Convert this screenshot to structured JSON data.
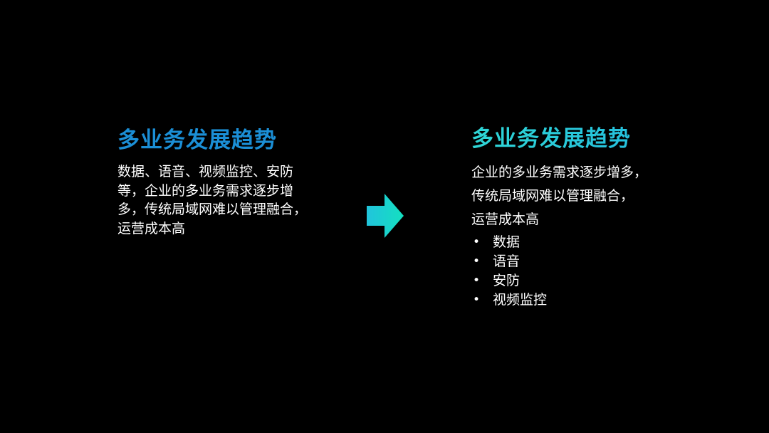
{
  "colors": {
    "background": "#000000",
    "title_left": "#1b8fd6",
    "title_right_start": "#2fd6d6",
    "title_right_end": "#20b6e0",
    "arrow_start": "#21c4dc",
    "arrow_end": "#14e0c0",
    "text": "#ffffff"
  },
  "left": {
    "title": "多业务发展趋势",
    "body": "数据、语音、视频监控、安防等，企业的多业务需求逐步增多，传统局域网难以管理融合，运营成本高"
  },
  "arrow": {
    "icon": "right-arrow-icon"
  },
  "right": {
    "title": "多业务发展趋势",
    "lines": [
      "企业的多业务需求逐步增多，",
      "传统局域网难以管理融合，",
      "运营成本高"
    ],
    "bullet_symbol": "•",
    "bullets": [
      "数据",
      "语音",
      "安防",
      "视频监控"
    ]
  }
}
